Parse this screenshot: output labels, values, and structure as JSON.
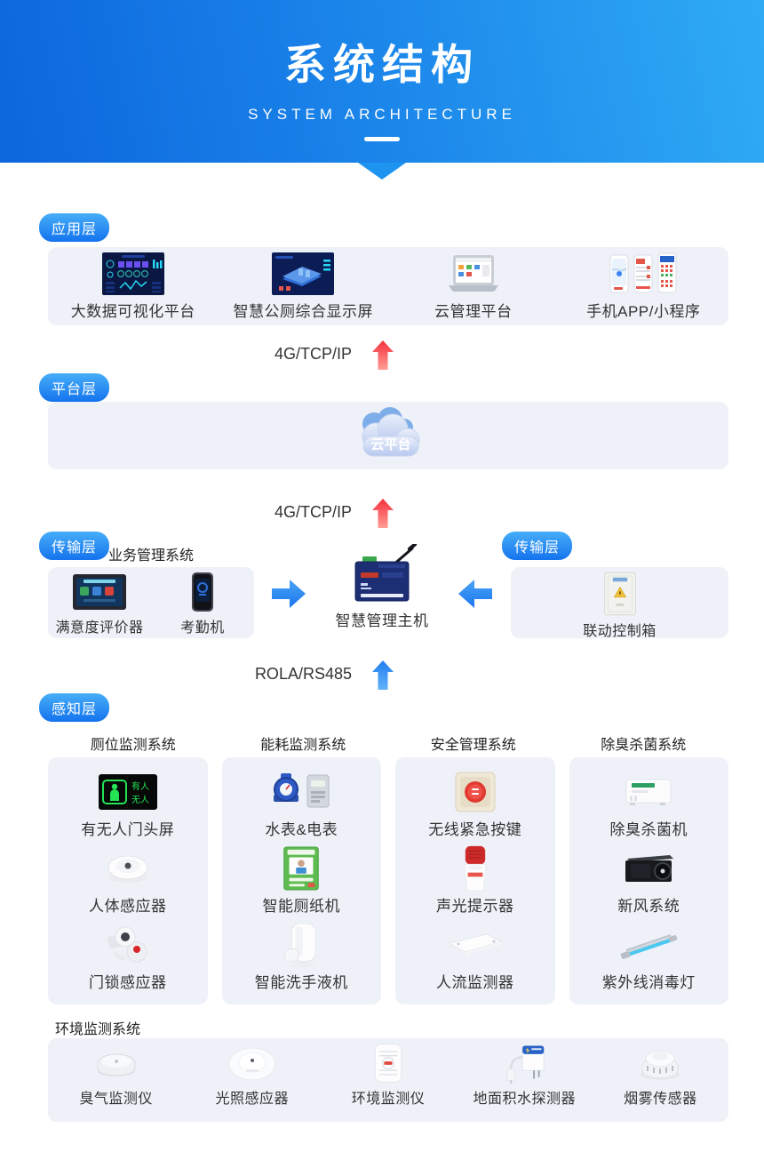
{
  "header": {
    "title": "系统结构",
    "subtitle": "SYSTEM ARCHITECTURE"
  },
  "badges": {
    "application": "应用层",
    "platform": "平台层",
    "transmission_left": "传输层",
    "transmission_right": "传输层",
    "perception": "感知层"
  },
  "links": {
    "app_platform": "4G/TCP/IP",
    "platform_transmission": "4G/TCP/IP",
    "transmission_perception": "ROLA/RS485"
  },
  "application": {
    "items": [
      {
        "label": "大数据可视化平台",
        "icon": "big-data-dashboard"
      },
      {
        "label": "智慧公厕综合显示屏",
        "icon": "toilet-display-screen"
      },
      {
        "label": "云管理平台",
        "icon": "laptop"
      },
      {
        "label": "手机APP/小程序",
        "icon": "mobile-phones"
      }
    ]
  },
  "platform": {
    "cloud_label": "云平台"
  },
  "transmission": {
    "business_title": "业务管理系统",
    "left_items": [
      {
        "label": "满意度评价器",
        "icon": "satisfaction-evaluator"
      },
      {
        "label": "考勤机",
        "icon": "attendance-machine"
      }
    ],
    "host_label": "智慧管理主机",
    "right_items": [
      {
        "label": "联动控制箱",
        "icon": "linkage-control-box"
      }
    ]
  },
  "perception": {
    "columns": [
      {
        "title": "厕位监测系统",
        "items": [
          {
            "label": "有无人门头屏",
            "icon": "occupancy-door-screen"
          },
          {
            "label": "人体感应器",
            "icon": "human-body-sensor"
          },
          {
            "label": "门锁感应器",
            "icon": "door-lock-sensor"
          }
        ]
      },
      {
        "title": "能耗监测系统",
        "items": [
          {
            "label": "水表&电表",
            "icon": "water-electric-meter"
          },
          {
            "label": "智能厕纸机",
            "icon": "smart-paper-dispenser"
          },
          {
            "label": "智能洗手液机",
            "icon": "smart-soap-dispenser"
          }
        ]
      },
      {
        "title": "安全管理系统",
        "items": [
          {
            "label": "无线紧急按键",
            "icon": "wireless-emergency-button"
          },
          {
            "label": "声光提示器",
            "icon": "sound-light-alarm"
          },
          {
            "label": "人流监测器",
            "icon": "people-flow-monitor"
          }
        ]
      },
      {
        "title": "除臭杀菌系统",
        "items": [
          {
            "label": "除臭杀菌机",
            "icon": "deodorizing-sterilizer"
          },
          {
            "label": "新风系统",
            "icon": "fresh-air-system"
          },
          {
            "label": "紫外线消毒灯",
            "icon": "uv-disinfection-lamp"
          }
        ]
      }
    ],
    "environment": {
      "title": "环境监测系统",
      "items": [
        {
          "label": "臭气监测仪",
          "icon": "odor-monitor"
        },
        {
          "label": "光照感应器",
          "icon": "light-sensor"
        },
        {
          "label": "环境监测仪",
          "icon": "environment-monitor"
        },
        {
          "label": "地面积水探测器",
          "icon": "floor-water-detector"
        },
        {
          "label": "烟雾传感器",
          "icon": "smoke-sensor"
        }
      ]
    }
  },
  "door_screen": {
    "occupied": "有人",
    "vacant": "无人"
  },
  "colors": {
    "header_gradient_start": "#0c66dc",
    "header_gradient_end": "#2fabf4",
    "badge_blue": "#1473ee",
    "panel_bg": "#eef1f8",
    "arrow_red": "#f5333c",
    "arrow_blue": "#2e8ff2",
    "screen_green": "#23e455"
  }
}
